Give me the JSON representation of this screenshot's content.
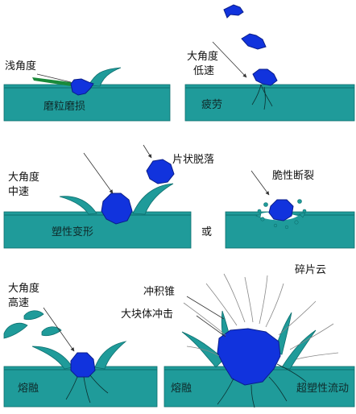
{
  "colors": {
    "substrate": "#1f9b9a",
    "substrate_edge": "#0d6f6e",
    "particle": "#1133dd",
    "particle_edge": "#0a1e8a",
    "shear_green": "#1a8a3a",
    "leader": "#333333"
  },
  "labels": {
    "low_angle": "浅角度",
    "grain_abrasion": "磨粒磨损",
    "high_angle_low_speed": [
      "大角度",
      "低速"
    ],
    "fatigue": "疲劳",
    "high_angle_mid_speed": [
      "大角度",
      "中速"
    ],
    "plastic_deformation": "塑性变形",
    "or": "或",
    "flake_spalling": "片状脱落",
    "brittle_fracture": "脆性断裂",
    "high_angle_high_speed": [
      "大角度",
      "高速"
    ],
    "melting_left": "熔融",
    "melting_right": "熔融",
    "fragment_cloud": "碎片云",
    "accumulation_cone": "冲积锥",
    "bulk_impact": "大块体冲击",
    "superplastic_flow": "超塑性流动"
  }
}
